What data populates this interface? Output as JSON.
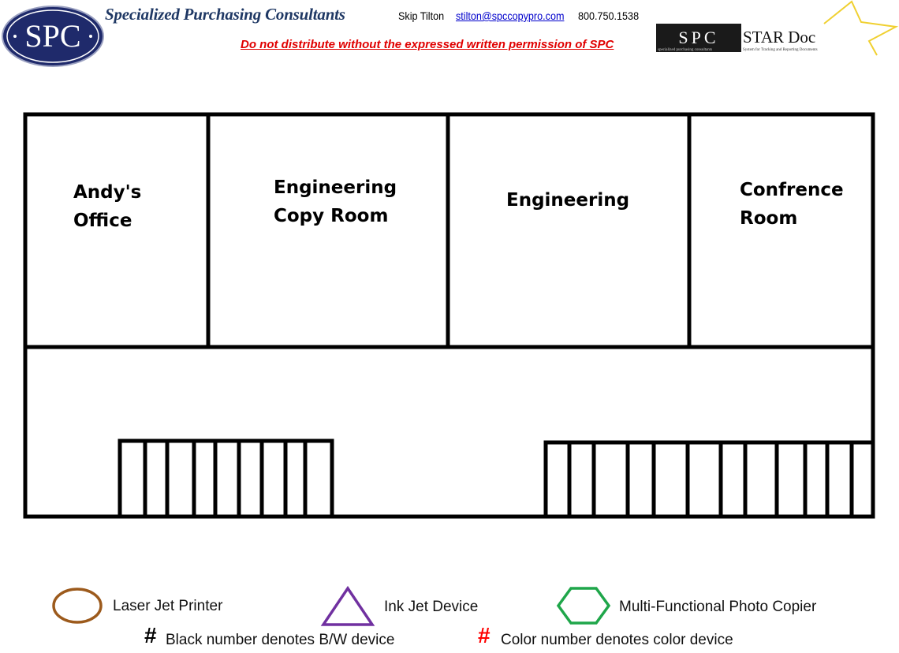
{
  "header": {
    "logo_text": "SPC",
    "company": "Specialized Purchasing Consultants",
    "contact_name": "Skip Tilton",
    "contact_email": "stilton@spccopypro.com",
    "contact_phone": "800.750.1538",
    "notice": "Do not distribute without the expressed written permission of SPC",
    "star_logo": {
      "left": "SPC",
      "right": "STAR Doc",
      "tagline_left": "specialized purchasing consultants",
      "tagline_right": "System for Tracking and Reporting Documents"
    }
  },
  "rooms": [
    {
      "line1": "Andy's",
      "line2": "Office"
    },
    {
      "line1": "Engineering",
      "line2": "Copy Room"
    },
    {
      "line1": "Engineering",
      "line2": ""
    },
    {
      "line1": "Confrence",
      "line2": "Room"
    }
  ],
  "legend": {
    "items": [
      {
        "label": "Laser Jet Printer",
        "icon": "circle-icon",
        "color": "#9c5a1c"
      },
      {
        "label": "Ink Jet Device",
        "icon": "triangle-icon",
        "color": "#7030a0"
      },
      {
        "label": "Multi-Functional Photo Copier",
        "icon": "hexagon-icon",
        "color": "#1fa64a"
      }
    ],
    "notes": [
      {
        "symbol": "#",
        "label": "Black number denotes B/W device",
        "color": "#000000"
      },
      {
        "symbol": "#",
        "label": "Color number denotes color device",
        "color": "#ff0000"
      }
    ]
  }
}
